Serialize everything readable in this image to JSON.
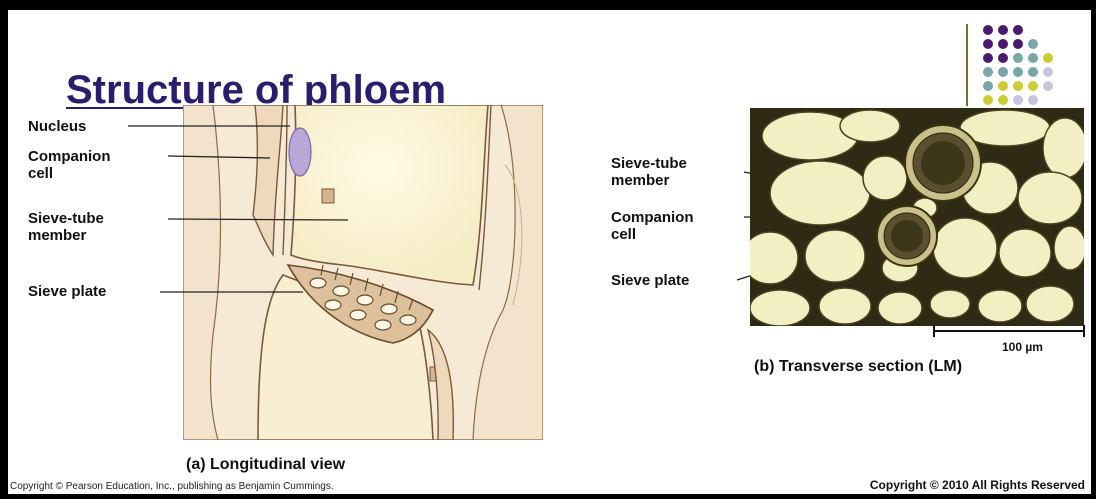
{
  "slide": {
    "title": "Structure of phloem",
    "copyright_left": "Copyright © Pearson Education, Inc., publishing as Benjamin Cummings.",
    "copyright_right": "Copyright © 2010 All Rights Reserved"
  },
  "longitudinal": {
    "labels": {
      "nucleus": "Nucleus",
      "companion_1": "Companion",
      "companion_2": "cell",
      "sieve_tube_1": "Sieve-tube",
      "sieve_tube_2": "member",
      "sieve_plate": "Sieve plate"
    },
    "caption": "(a) Longitudinal view"
  },
  "transverse": {
    "labels": {
      "sieve_tube_1": "Sieve-tube",
      "sieve_tube_2": "member",
      "companion_1": "Companion",
      "companion_2": "cell",
      "sieve_plate": "Sieve plate"
    },
    "scale_bar": "100 µm",
    "caption": "(b) Transverse section (LM)"
  },
  "decor": {
    "dot_colors": {
      "purple": "#4a1a6e",
      "teal": "#7aa6a8",
      "yellow": "#cccc33",
      "lilac": "#c8c4de"
    }
  }
}
